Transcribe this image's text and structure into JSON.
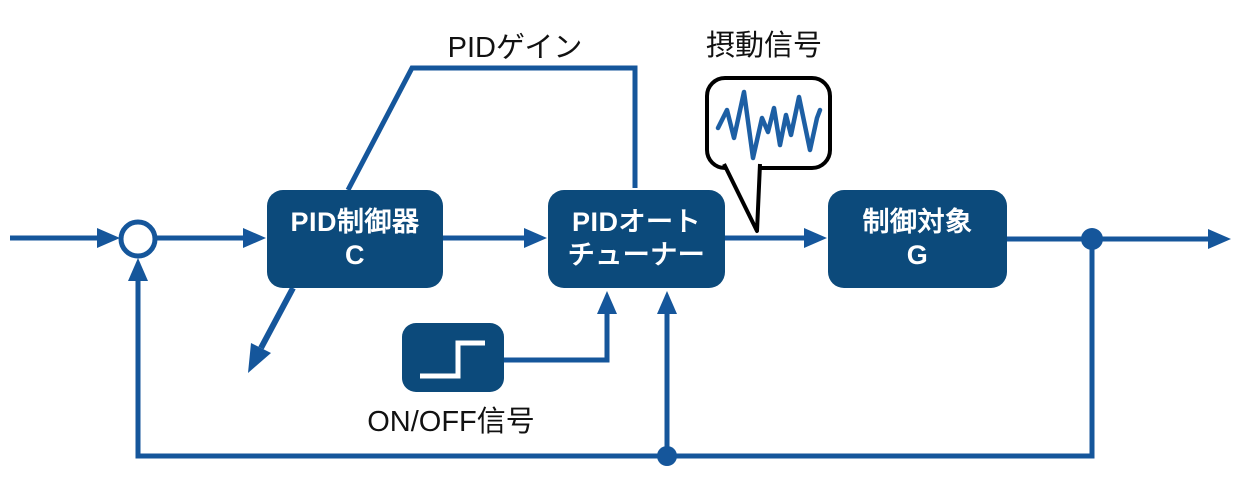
{
  "diagram_type": "block-diagram",
  "colors": {
    "block_fill": "#0c4a7b",
    "line": "#15569b",
    "waveform": "#1d5fa4",
    "block_text": "#ffffff",
    "label_text": "#111111",
    "bubble_border": "#000000",
    "background": "#ffffff"
  },
  "blocks": {
    "pid_controller": {
      "line1": "PID制御器",
      "line2": "C"
    },
    "autotuner": {
      "line1": "PIDオート",
      "line2": "チューナー"
    },
    "plant": {
      "line1": "制御対象",
      "line2": "G"
    }
  },
  "labels": {
    "pid_gain": "PIDゲイン",
    "perturbation": "摂動信号",
    "onoff": "ON/OFF信号"
  },
  "icons": {
    "summing_junction": "sum-junction-circle",
    "step": "step-signal-icon",
    "waveform": "perturbation-waveform-icon"
  }
}
